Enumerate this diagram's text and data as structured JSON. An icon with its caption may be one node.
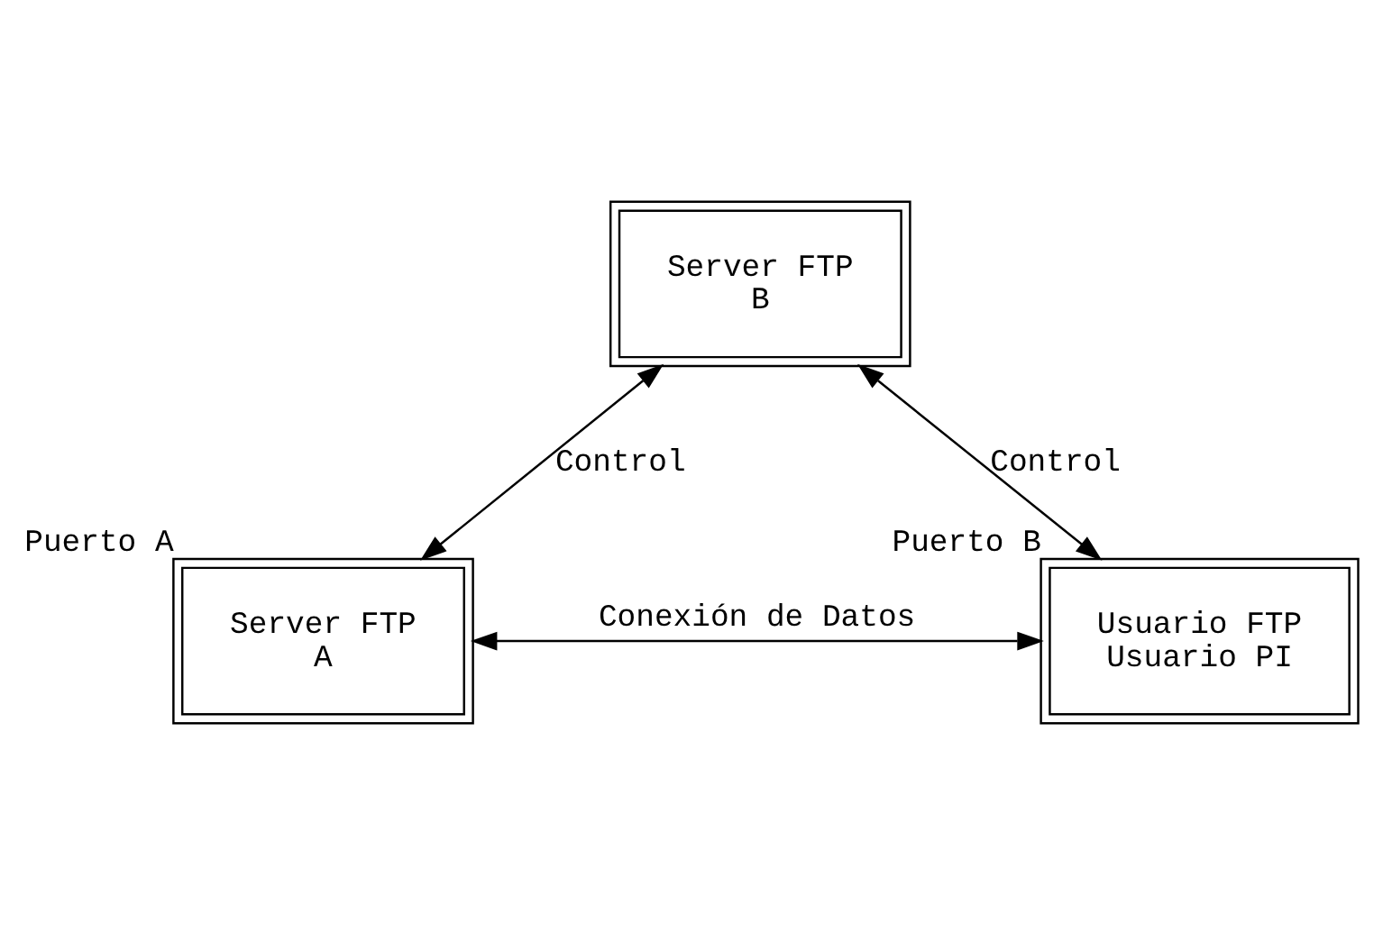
{
  "diagram": {
    "nodes": [
      {
        "text": [
          "Server FTP B"
        ]
      },
      {
        "text": [
          "Server FTP A"
        ],
        "beside": [
          "Puerto A"
        ]
      },
      {
        "text": [
          "Usuario FTP Usuario PI"
        ],
        "beside": [
          "Puerto B"
        ]
      }
    ],
    "edges": [
      {
        "from": 0,
        "to": 1,
        "arrow": "both",
        "label": "Control"
      },
      {
        "from": 0,
        "to": 2,
        "arrow": "both",
        "label": "Control"
      },
      {
        "from": 1,
        "to": 2,
        "arrow": "both",
        "label": "Conexión de Datos"
      }
    ]
  }
}
